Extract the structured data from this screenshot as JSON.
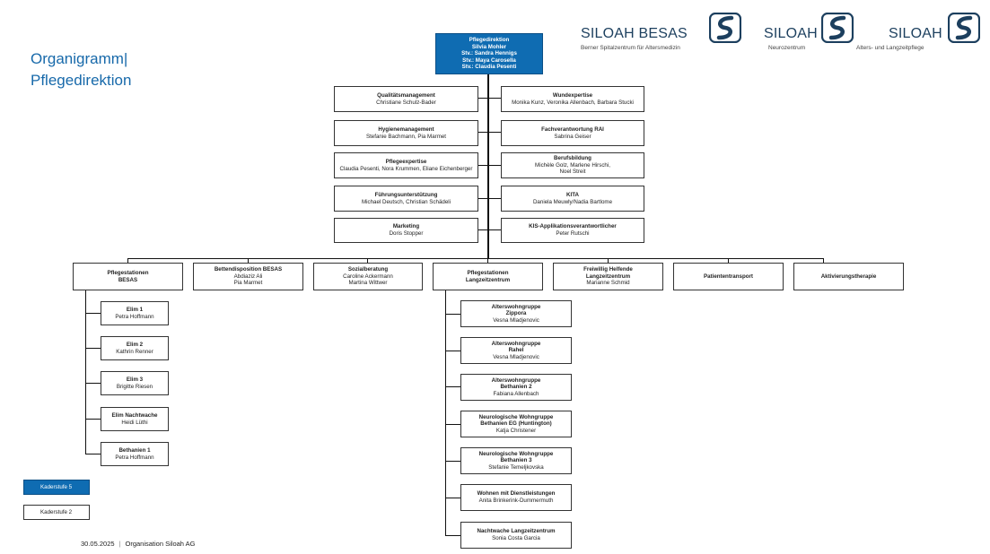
{
  "title": {
    "line1": "Organigramm|",
    "line2": "Pflegedirektion"
  },
  "logos": {
    "besas": {
      "brand": "SILOAH BESAS",
      "sub": "Berner Spitalzentrum für Altersmedizin"
    },
    "neuro": {
      "brand": "SILOAH",
      "sub": "Neurozentrum"
    },
    "alters": {
      "brand": "SILOAH",
      "sub": "Alters- und Langzeitpflege"
    }
  },
  "colors": {
    "accent": "#0f6cb2",
    "logo": "#1c3f5e"
  },
  "top": {
    "title": "Pflegedirektion",
    "lines": [
      "Silvia Mohler",
      "Stv.: Sandra Hennigs",
      "Stv.: Maya Carosella",
      "Stv.: Claudia Pesenti"
    ]
  },
  "staff_left": [
    {
      "title": "Qualitätsmanagement",
      "names": "Christiane Schulz-Bader"
    },
    {
      "title": "Hygienemanagement",
      "names": "Stefanie Bachmann, Pia Marmet"
    },
    {
      "title": "Pflegeexpertise",
      "names": "Claudia Pesenti, Nora Krummen, Eliane Eichenberger"
    },
    {
      "title": "Führungsunterstützung",
      "names": "Michael Deutsch, Christian Schädeli"
    },
    {
      "title": "Marketing",
      "names": "Doris Stopper"
    }
  ],
  "staff_right": [
    {
      "title": "Wundexpertise",
      "names": "Monika Kunz, Veronika Allenbach, Barbara Stucki"
    },
    {
      "title": "Fachverantwortung RAI",
      "names": "Sabrina Geiser"
    },
    {
      "title": "Berufsbildung",
      "names": "Michèle Golz, Marlene Hirschi,",
      "names2": "Noel Streit"
    },
    {
      "title": "KITA",
      "names": "Daniela Meuwly/Nadia Bartlome"
    },
    {
      "title": "KIS-Applikationsverantwortlicher",
      "names": "Peter Rutschi"
    }
  ],
  "departments": [
    {
      "title": "Pflegestationen",
      "title2": "BESAS",
      "names": ""
    },
    {
      "title": "Bettendisposition BESAS",
      "names": "Abdiaziz Ali",
      "names2": "Pia Marmet"
    },
    {
      "title": "Sozialberatung",
      "names": "Caroline Ackermann",
      "names2": "Martina Wittwer"
    },
    {
      "title": "Pflegestationen",
      "title2": "Langzeitzentrum",
      "names": ""
    },
    {
      "title": "Freiwillig Helfende",
      "title2": "Langzeitzentrum",
      "names": "Marianne Schmid"
    },
    {
      "title": "Patiententransport",
      "names": ""
    },
    {
      "title": "Aktivierungstherapie",
      "names": ""
    }
  ],
  "besas_units": [
    {
      "title": "Elim 1",
      "names": "Petra Hoffmann"
    },
    {
      "title": "Elim 2",
      "names": "Kathrin Renner"
    },
    {
      "title": "Elim 3",
      "names": "Brigitte Riesen"
    },
    {
      "title": "Elim Nachtwache",
      "names": "Heidi Lüthi"
    },
    {
      "title": "Bethanien 1",
      "names": "Petra Hoffmann"
    }
  ],
  "lz_units": [
    {
      "title": "Alterswohngruppe",
      "title2": "Zippora",
      "names": "Vesna Mladjenovic"
    },
    {
      "title": "Alterswohngruppe",
      "title2": "Rahel",
      "names": "Vesna Mladjenovic"
    },
    {
      "title": "Alterswohngruppe",
      "title2": "Bethanien 2",
      "names": "Fabiana Allenbach"
    },
    {
      "title": "Neurologische Wohngruppe",
      "title2": "Bethanien EG (Huntington)",
      "names": "Katja Christener"
    },
    {
      "title": "Neurologische Wohngruppe",
      "title2": "Bethanien 3",
      "names": "Stefanie Temeljkovska"
    },
    {
      "title": "Wohnen mit Dienstleistungen",
      "names": "Anita Brinkerink-Dummermuth"
    },
    {
      "title": "Nachtwache Langzeitzentrum",
      "names": "Sonia Costa Garcia"
    }
  ],
  "legend": {
    "dark": "Kaderstufe 5",
    "light": "Kaderstufe 2"
  },
  "footer": {
    "date": "30.05.2025",
    "sep": "|",
    "org": "Organisation Siloah AG"
  }
}
